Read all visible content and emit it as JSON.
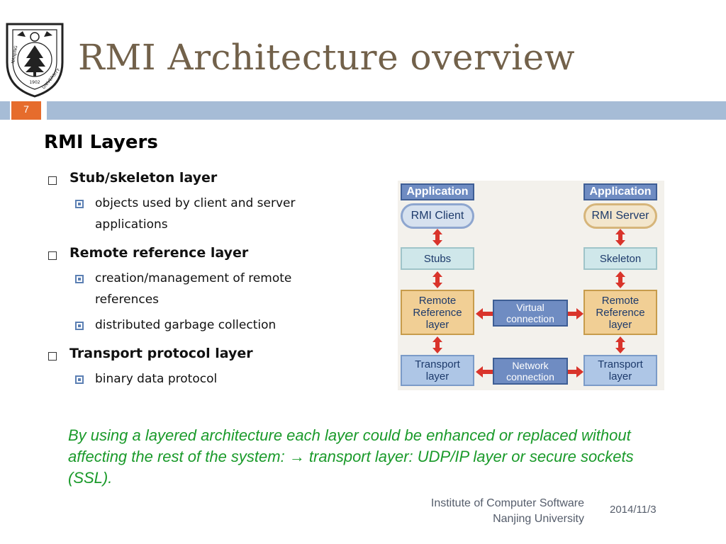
{
  "header": {
    "title": "RMI Architecture overview",
    "page_number": "7",
    "logo": {
      "text_top": "NANJING",
      "text_bottom": "UNIVERSITY",
      "year": "1902"
    }
  },
  "content": {
    "heading": "RMI Layers",
    "layers": [
      {
        "label": "Stub/skeleton layer",
        "details": [
          "objects used by client and server applications"
        ]
      },
      {
        "label": "Remote reference layer",
        "details": [
          "creation/management of remote references",
          "distributed garbage collection"
        ]
      },
      {
        "label": "Transport protocol layer",
        "details": [
          "binary data protocol"
        ]
      }
    ],
    "note": "By using a layered architecture each layer could be enhanced or replaced without affecting the rest of the system: → transport layer: UDP/IP layer or secure sockets (SSL)."
  },
  "diagram": {
    "client": {
      "application": "Application",
      "endpoint": "RMI Client",
      "stub": "Stubs",
      "remote_reference": "Remote Reference layer",
      "transport": "Transport layer"
    },
    "server": {
      "application": "Application",
      "endpoint": "RMI Server",
      "stub": "Skeleton",
      "remote_reference": "Remote Reference layer",
      "transport": "Transport layer"
    },
    "virtual_connection": "Virtual connection",
    "network_connection": "Network connection"
  },
  "footer": {
    "institute": "Institute of Computer Software",
    "university": "Nanjing University",
    "date": "2014/11/3"
  },
  "colors": {
    "title": "#72614a",
    "accent_bar": "#a6bcd6",
    "page_badge": "#e66c2c",
    "note_text": "#1a9a2a",
    "arrow": "#d9342b"
  }
}
